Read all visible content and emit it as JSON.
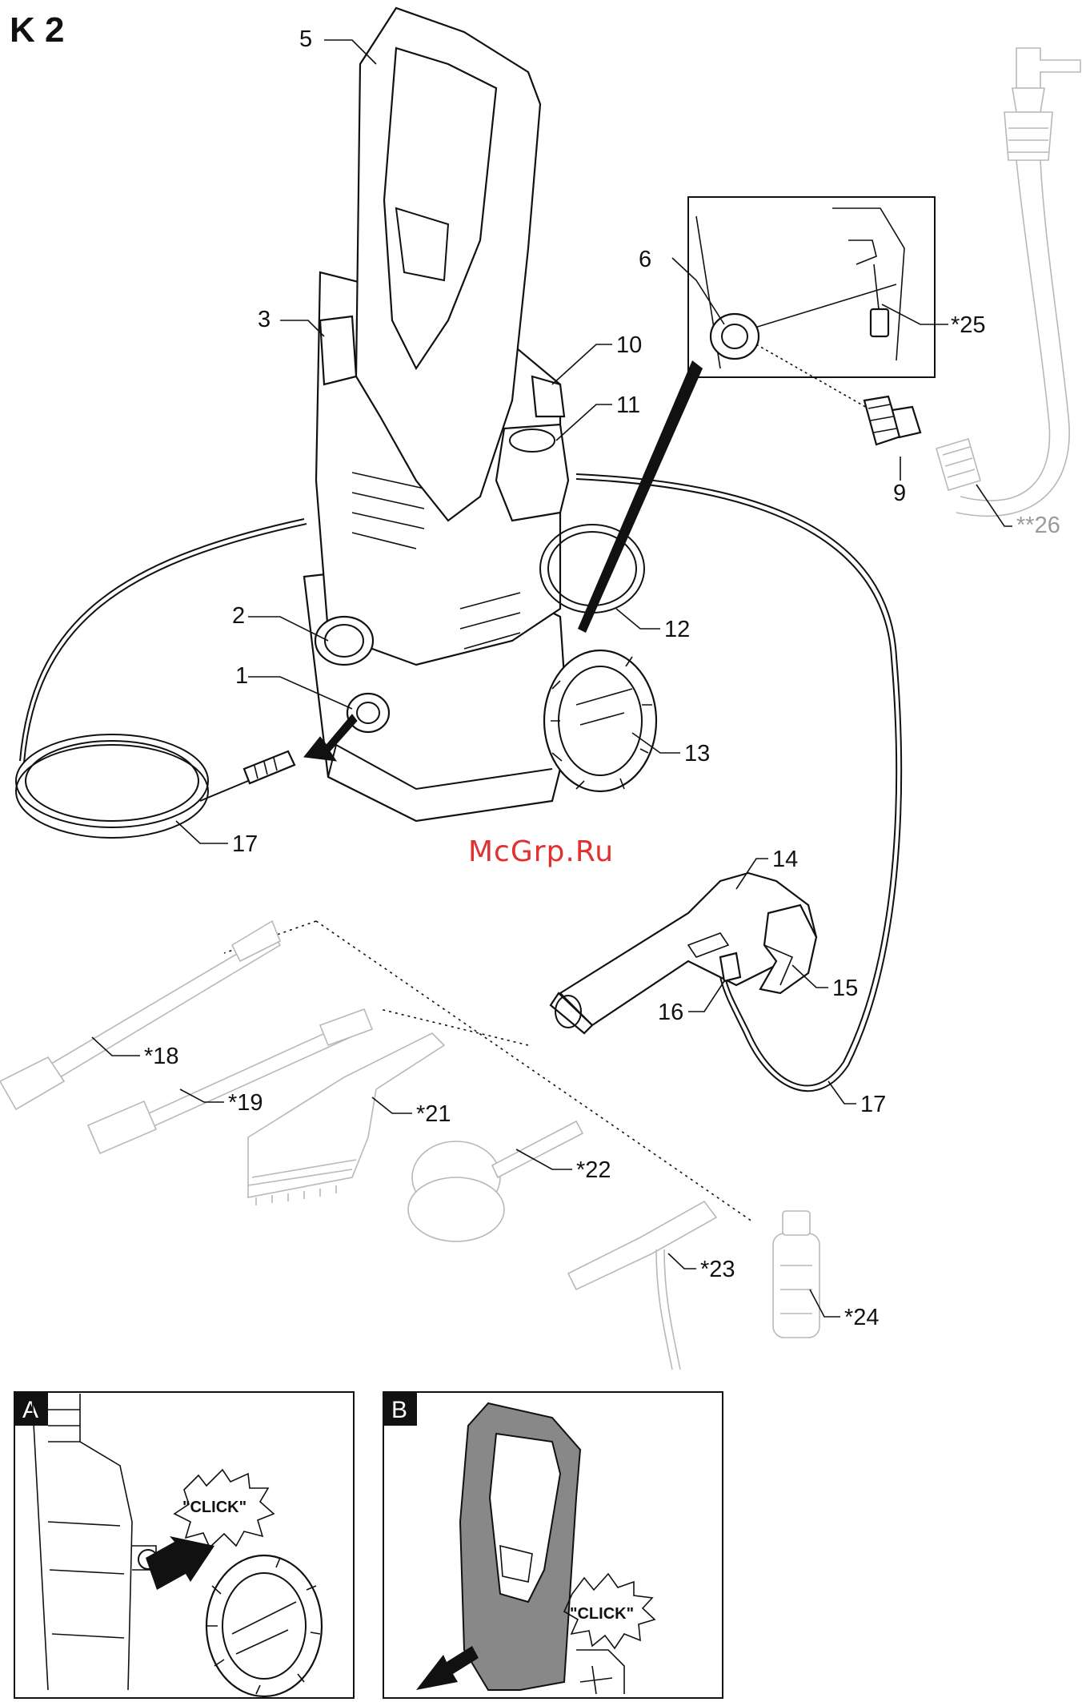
{
  "figure": {
    "title": "K 2",
    "watermark": "McGrp.Ru"
  },
  "callouts": {
    "c1": "1",
    "c2": "2",
    "c3": "3",
    "c5": "5",
    "c6": "6",
    "c9": "9",
    "c10": "10",
    "c11": "11",
    "c12": "12",
    "c13": "13",
    "c14": "14",
    "c15": "15",
    "c16": "16",
    "c17a": "17",
    "c17b": "17",
    "c18": "*18",
    "c19": "*19",
    "c21": "*21",
    "c22": "*22",
    "c23": "*23",
    "c24": "*24",
    "c25": "*25",
    "c26": "**26"
  },
  "panels": {
    "a": {
      "tag": "A",
      "click": "\"CLICK\""
    },
    "b": {
      "tag": "B",
      "click": "\"CLICK\""
    }
  }
}
